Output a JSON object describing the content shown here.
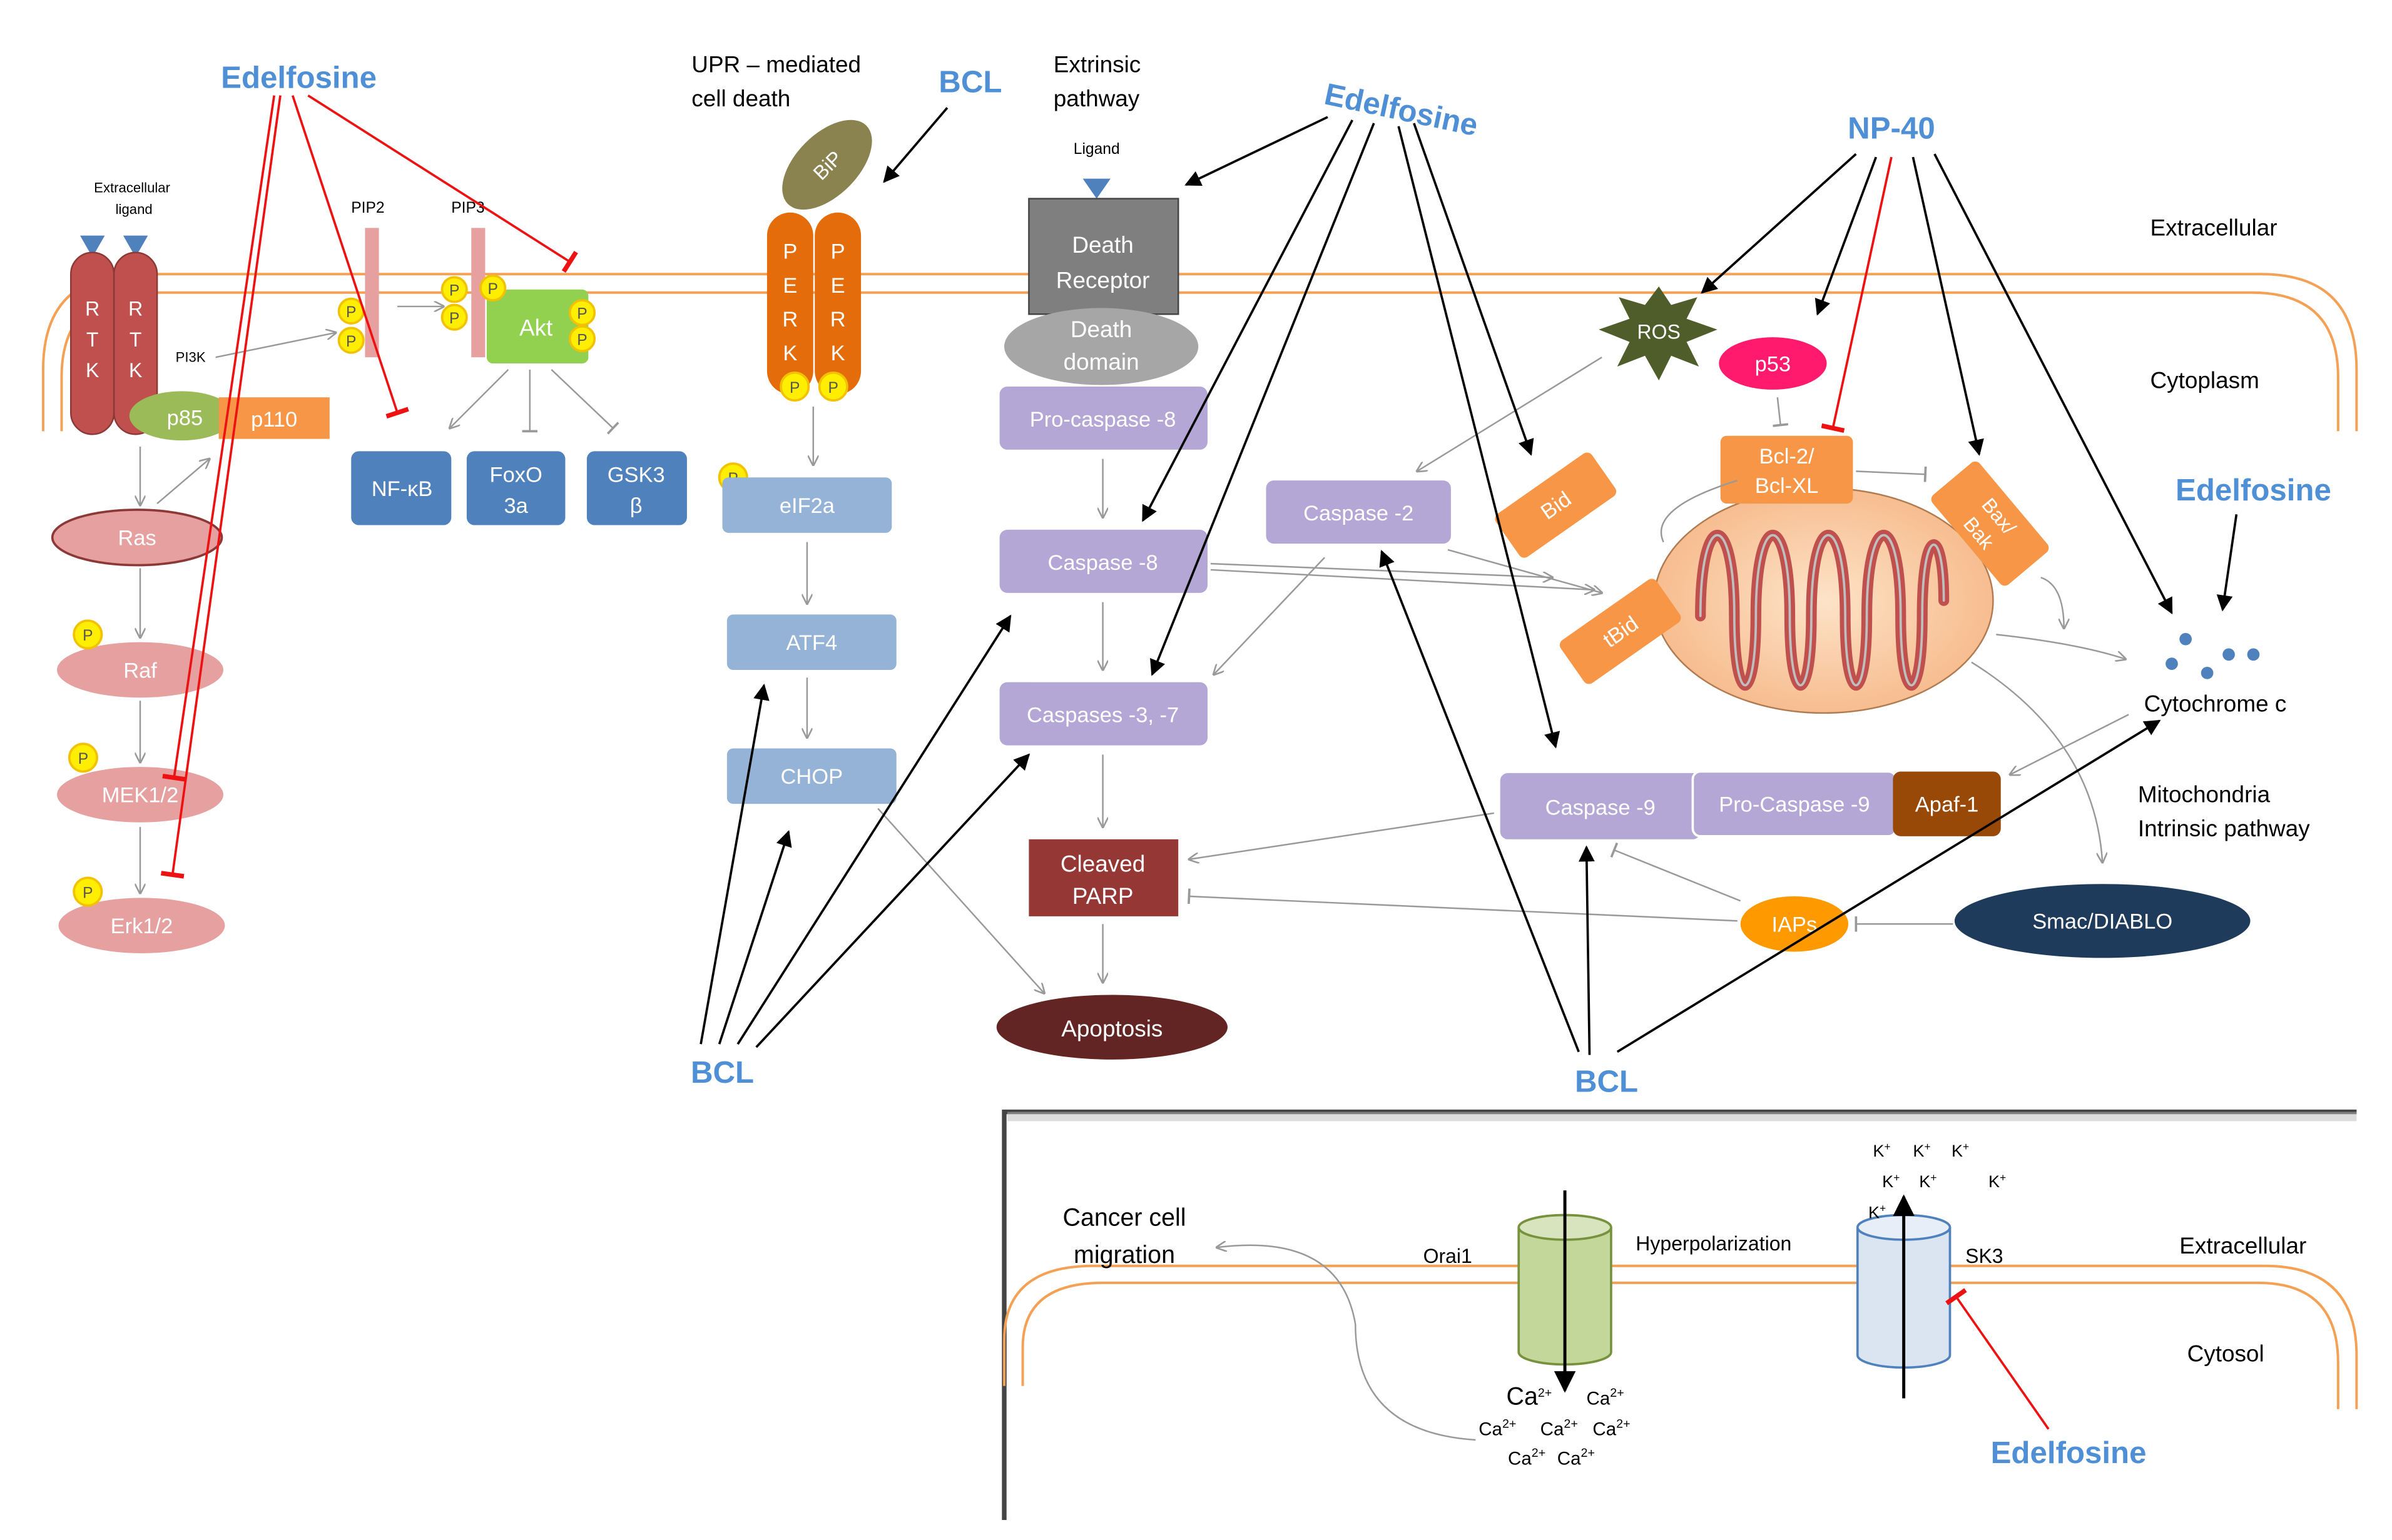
{
  "labels": {
    "edelfosine": "Edelfosine",
    "bcl": "BCL",
    "np40": "NP-40",
    "extracellular": "Extracellular",
    "cytoplasm": "Cytoplasm",
    "cytosol": "Cytosol",
    "ext_ligand_1": "Extracellular",
    "ext_ligand_2": "ligand",
    "pip2": "PIP2",
    "pip3": "PIP3",
    "pi3k": "PI3K",
    "p": "P",
    "upr_1": "UPR – mediated",
    "upr_2": "cell death",
    "extrinsic_1": "Extrinsic",
    "extrinsic_2": "pathway",
    "ligand": "Ligand",
    "mito_1": "Mitochondria",
    "mito_2": "Intrinsic pathway",
    "cancer_1": "Cancer cell",
    "cancer_2": "migration",
    "orai1": "Orai1",
    "hyperpol": "Hyperpolarization",
    "sk3": "SK3",
    "k_ion": "K",
    "ca_ion": "Ca"
  },
  "nodes": {
    "rtk_letters": [
      "R",
      "T",
      "K"
    ],
    "perk_letters": [
      "P",
      "E",
      "R",
      "K"
    ],
    "p85": "p85",
    "p110": "p110",
    "ras": "Ras",
    "raf": "Raf",
    "mek": "MEK1/2",
    "erk": "Erk1/2",
    "akt": "Akt",
    "nfkb": "NF-κB",
    "foxo_1": "FoxO",
    "foxo_2": "3a",
    "gsk_1": "GSK3",
    "gsk_2": "β",
    "bip": "BiP",
    "eif2a": "eIF2a",
    "atf4": "ATF4",
    "chop": "CHOP",
    "death_receptor_1": "Death",
    "death_receptor_2": "Receptor",
    "death_domain_1": "Death",
    "death_domain_2": "domain",
    "procasp8": "Pro-caspase -8",
    "casp8": "Caspase -8",
    "casp37": "Caspases -3, -7",
    "cleaved_parp_1": "Cleaved",
    "cleaved_parp_2": "PARP",
    "apoptosis": "Apoptosis",
    "casp2": "Caspase -2",
    "ros": "ROS",
    "p53": "p53",
    "bid": "Bid",
    "tbid": "tBid",
    "bcl2_1": "Bcl-2/",
    "bcl2_2": "Bcl-XL",
    "bax_1": "Bax/",
    "bax_2": "Bak",
    "cytc": "Cytochrome c",
    "casp9": "Caspase -9",
    "procasp9": "Pro-Caspase -9",
    "apaf1": "Apaf-1",
    "iaps": "IAPs",
    "smac": "Smac/DIABLO"
  },
  "colors": {
    "edelfosine_blue": "#4f8fd6",
    "membrane_orange": "#f4a155",
    "inhibit_red": "#ee1111",
    "rtk_red": "#c0504d",
    "pink_node": "#e6a0a0",
    "green_p85": "#9bbb59",
    "orange_node": "#f79646",
    "blue_node": "#4f81bd",
    "light_blue_node": "#95b3d7",
    "purple_node": "#b4a7d6",
    "akt_green": "#92d050",
    "phospho_yellow": "#ffee00",
    "bip_olive": "#8a8350",
    "perk_orange": "#e46c0a",
    "death_receptor_grey": "#7f7f7f",
    "dark_red": "#953735",
    "apoptosis_maroon": "#632523",
    "ros_green": "#4f5d2a",
    "p53_pink": "#ff1a6e",
    "apaf_brown": "#984807",
    "iaps_orange": "#ff9900",
    "smac_navy": "#1f3b5c",
    "cytc_blue": "#4f81bd",
    "orai_green": "#c4d79b",
    "sk3_blue": "#dbe5f1"
  }
}
